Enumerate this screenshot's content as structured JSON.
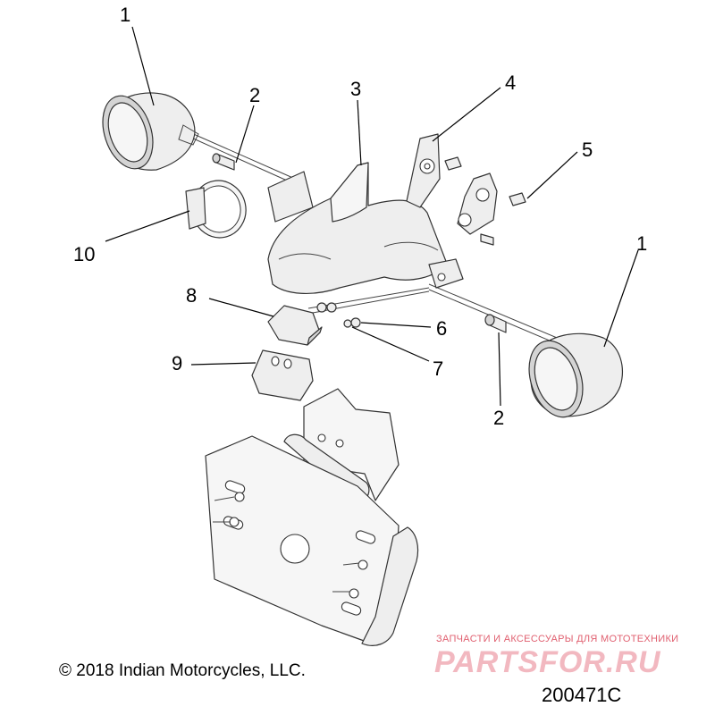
{
  "callouts": [
    {
      "id": "1a",
      "label": "1"
    },
    {
      "id": "2a",
      "label": "2"
    },
    {
      "id": "3",
      "label": "3"
    },
    {
      "id": "4",
      "label": "4"
    },
    {
      "id": "5",
      "label": "5"
    },
    {
      "id": "10",
      "label": "10"
    },
    {
      "id": "1b",
      "label": "1"
    },
    {
      "id": "8",
      "label": "8"
    },
    {
      "id": "6",
      "label": "6"
    },
    {
      "id": "7",
      "label": "7"
    },
    {
      "id": "9",
      "label": "9"
    },
    {
      "id": "2b",
      "label": "2"
    }
  ],
  "footer": {
    "copyright": "© 2018 Indian Motorcycles, LLC.",
    "diagram_code": "200471C"
  },
  "watermark": {
    "tagline": "ЗАПЧАСТИ И АКСЕССУАРЫ ДЛЯ МОТОТЕХНИКИ",
    "logo": "PARTSFOR.RU"
  }
}
